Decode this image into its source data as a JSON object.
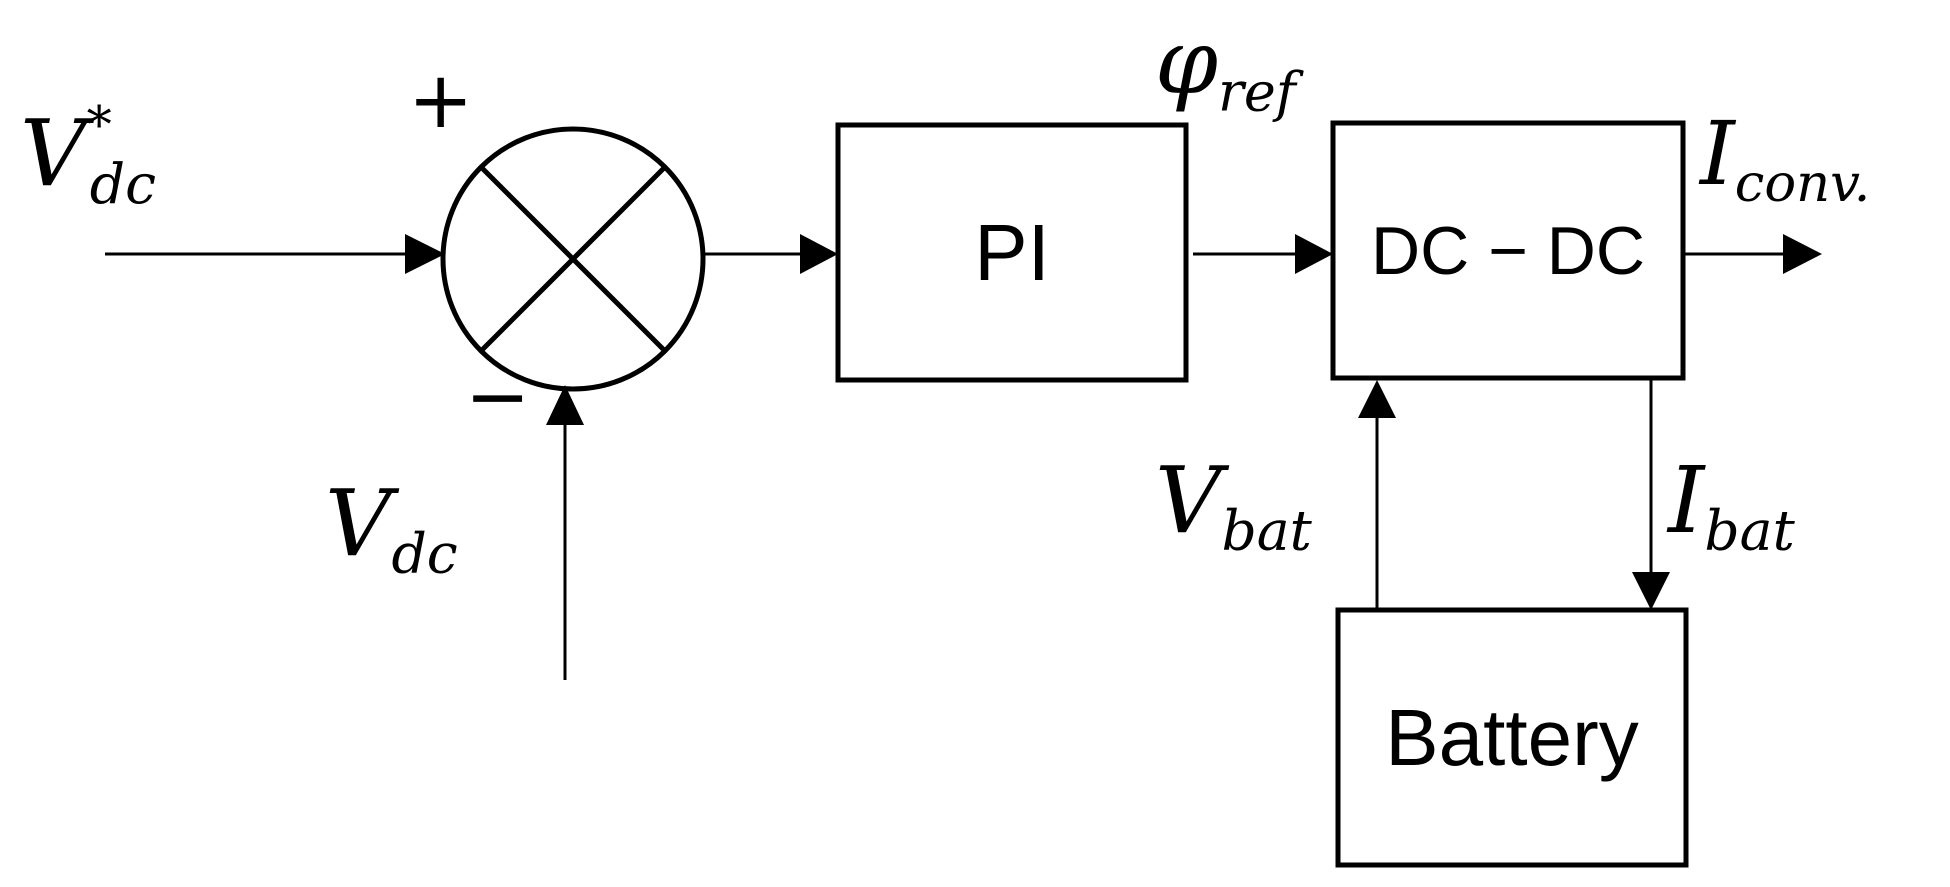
{
  "diagram": {
    "inputs": {
      "reference_voltage": {
        "base": "V",
        "subscript": "dc",
        "superscript": "*"
      },
      "feedback_voltage": {
        "base": "V",
        "subscript": "dc"
      }
    },
    "summing_junction": {
      "plus_sign": "+",
      "minus_sign": "−"
    },
    "blocks": {
      "controller": {
        "label": "PI"
      },
      "converter": {
        "label": "DC − DC"
      },
      "storage": {
        "label": "Battery"
      }
    },
    "signals": {
      "phase_reference": {
        "base": "φ",
        "subscript": "ref"
      },
      "converter_current": {
        "base": "I",
        "subscript": "conv."
      },
      "battery_voltage": {
        "base": "V",
        "subscript": "bat"
      },
      "battery_current": {
        "base": "I",
        "subscript": "bat"
      }
    }
  }
}
